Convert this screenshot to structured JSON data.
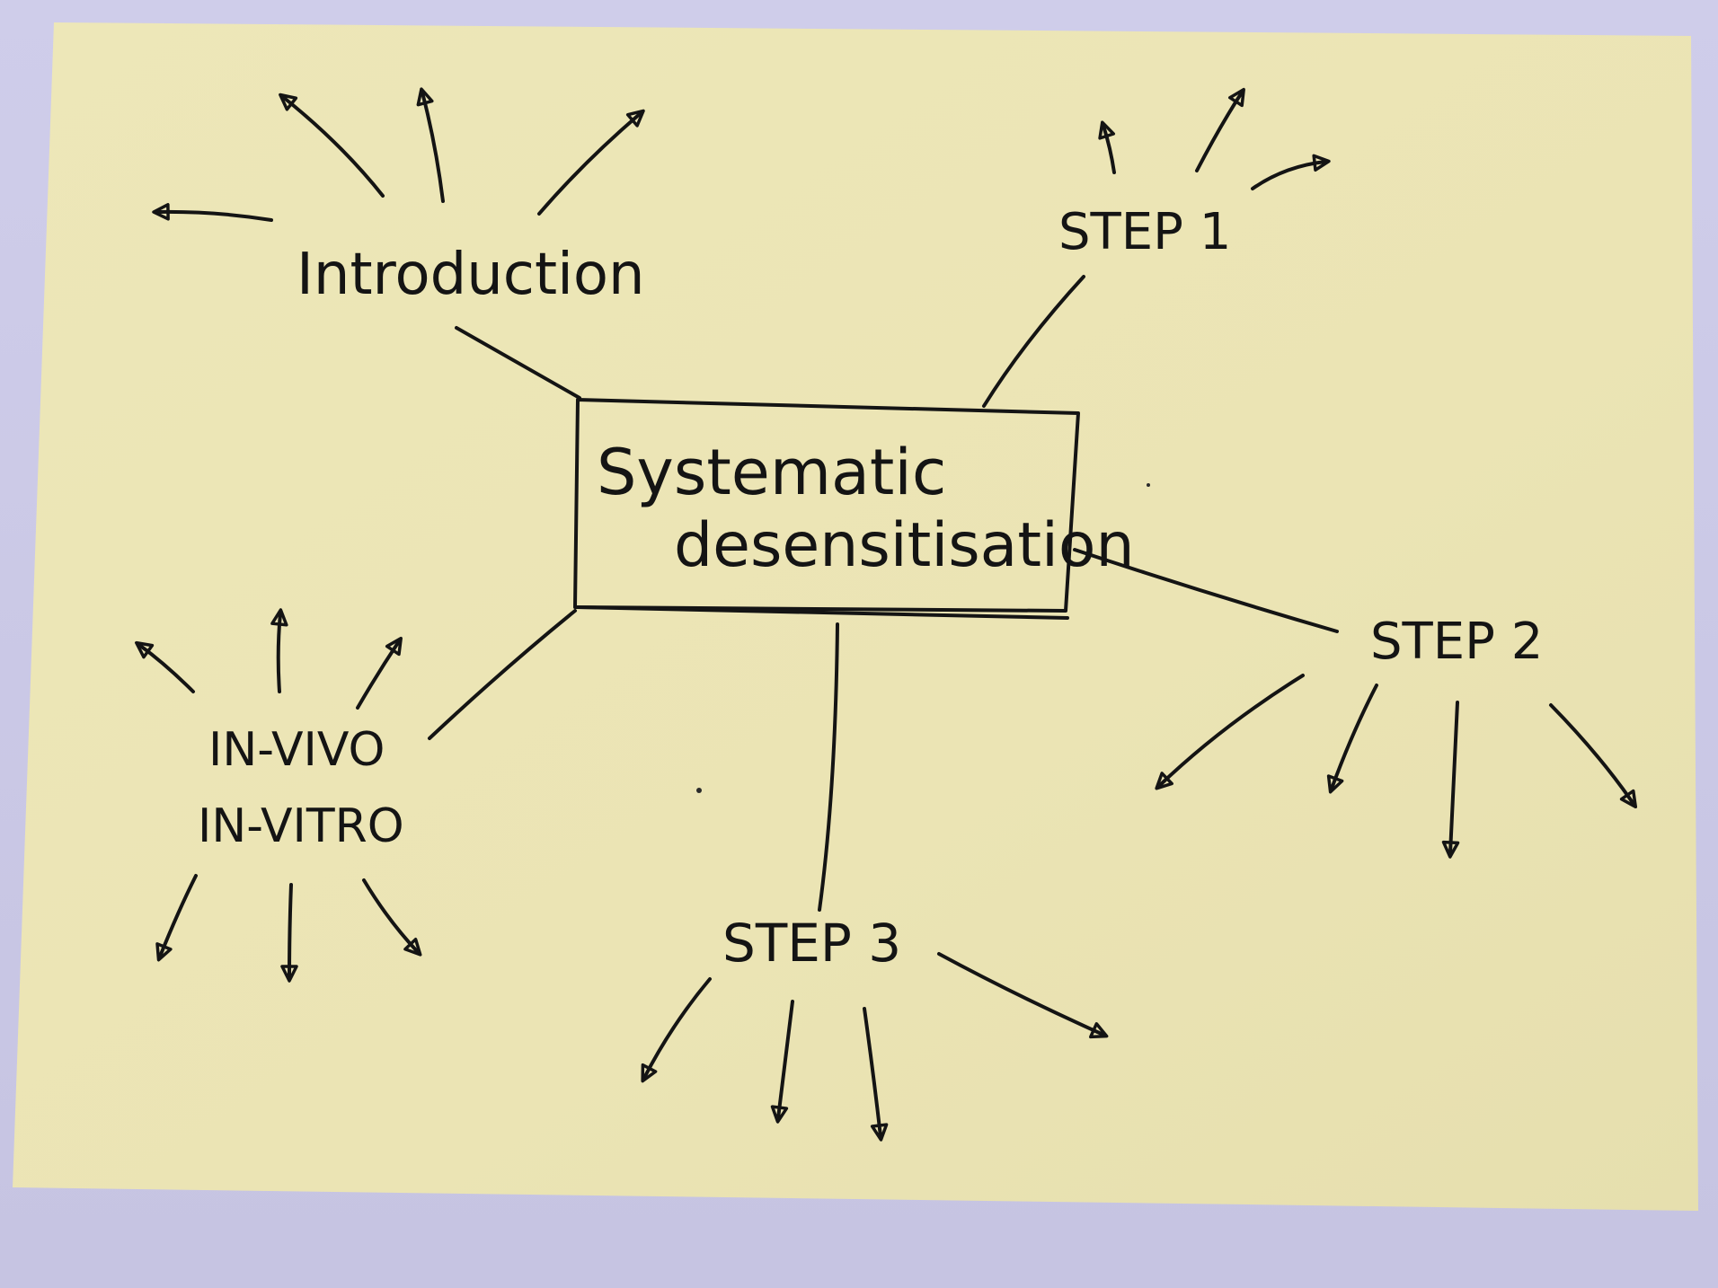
{
  "mind_map": {
    "center": {
      "line1": "Systematic",
      "line2": "desensitisation"
    },
    "branches": {
      "introduction": "Introduction",
      "step1": "STEP 1",
      "step2": "STEP 2",
      "step3": "STEP 3",
      "in_vivo": "IN-VIVO",
      "in_vitro": "IN-VITRO"
    }
  },
  "colors": {
    "paper": "#ede6b6",
    "ink": "#141414",
    "background": "#c9c6e3"
  }
}
